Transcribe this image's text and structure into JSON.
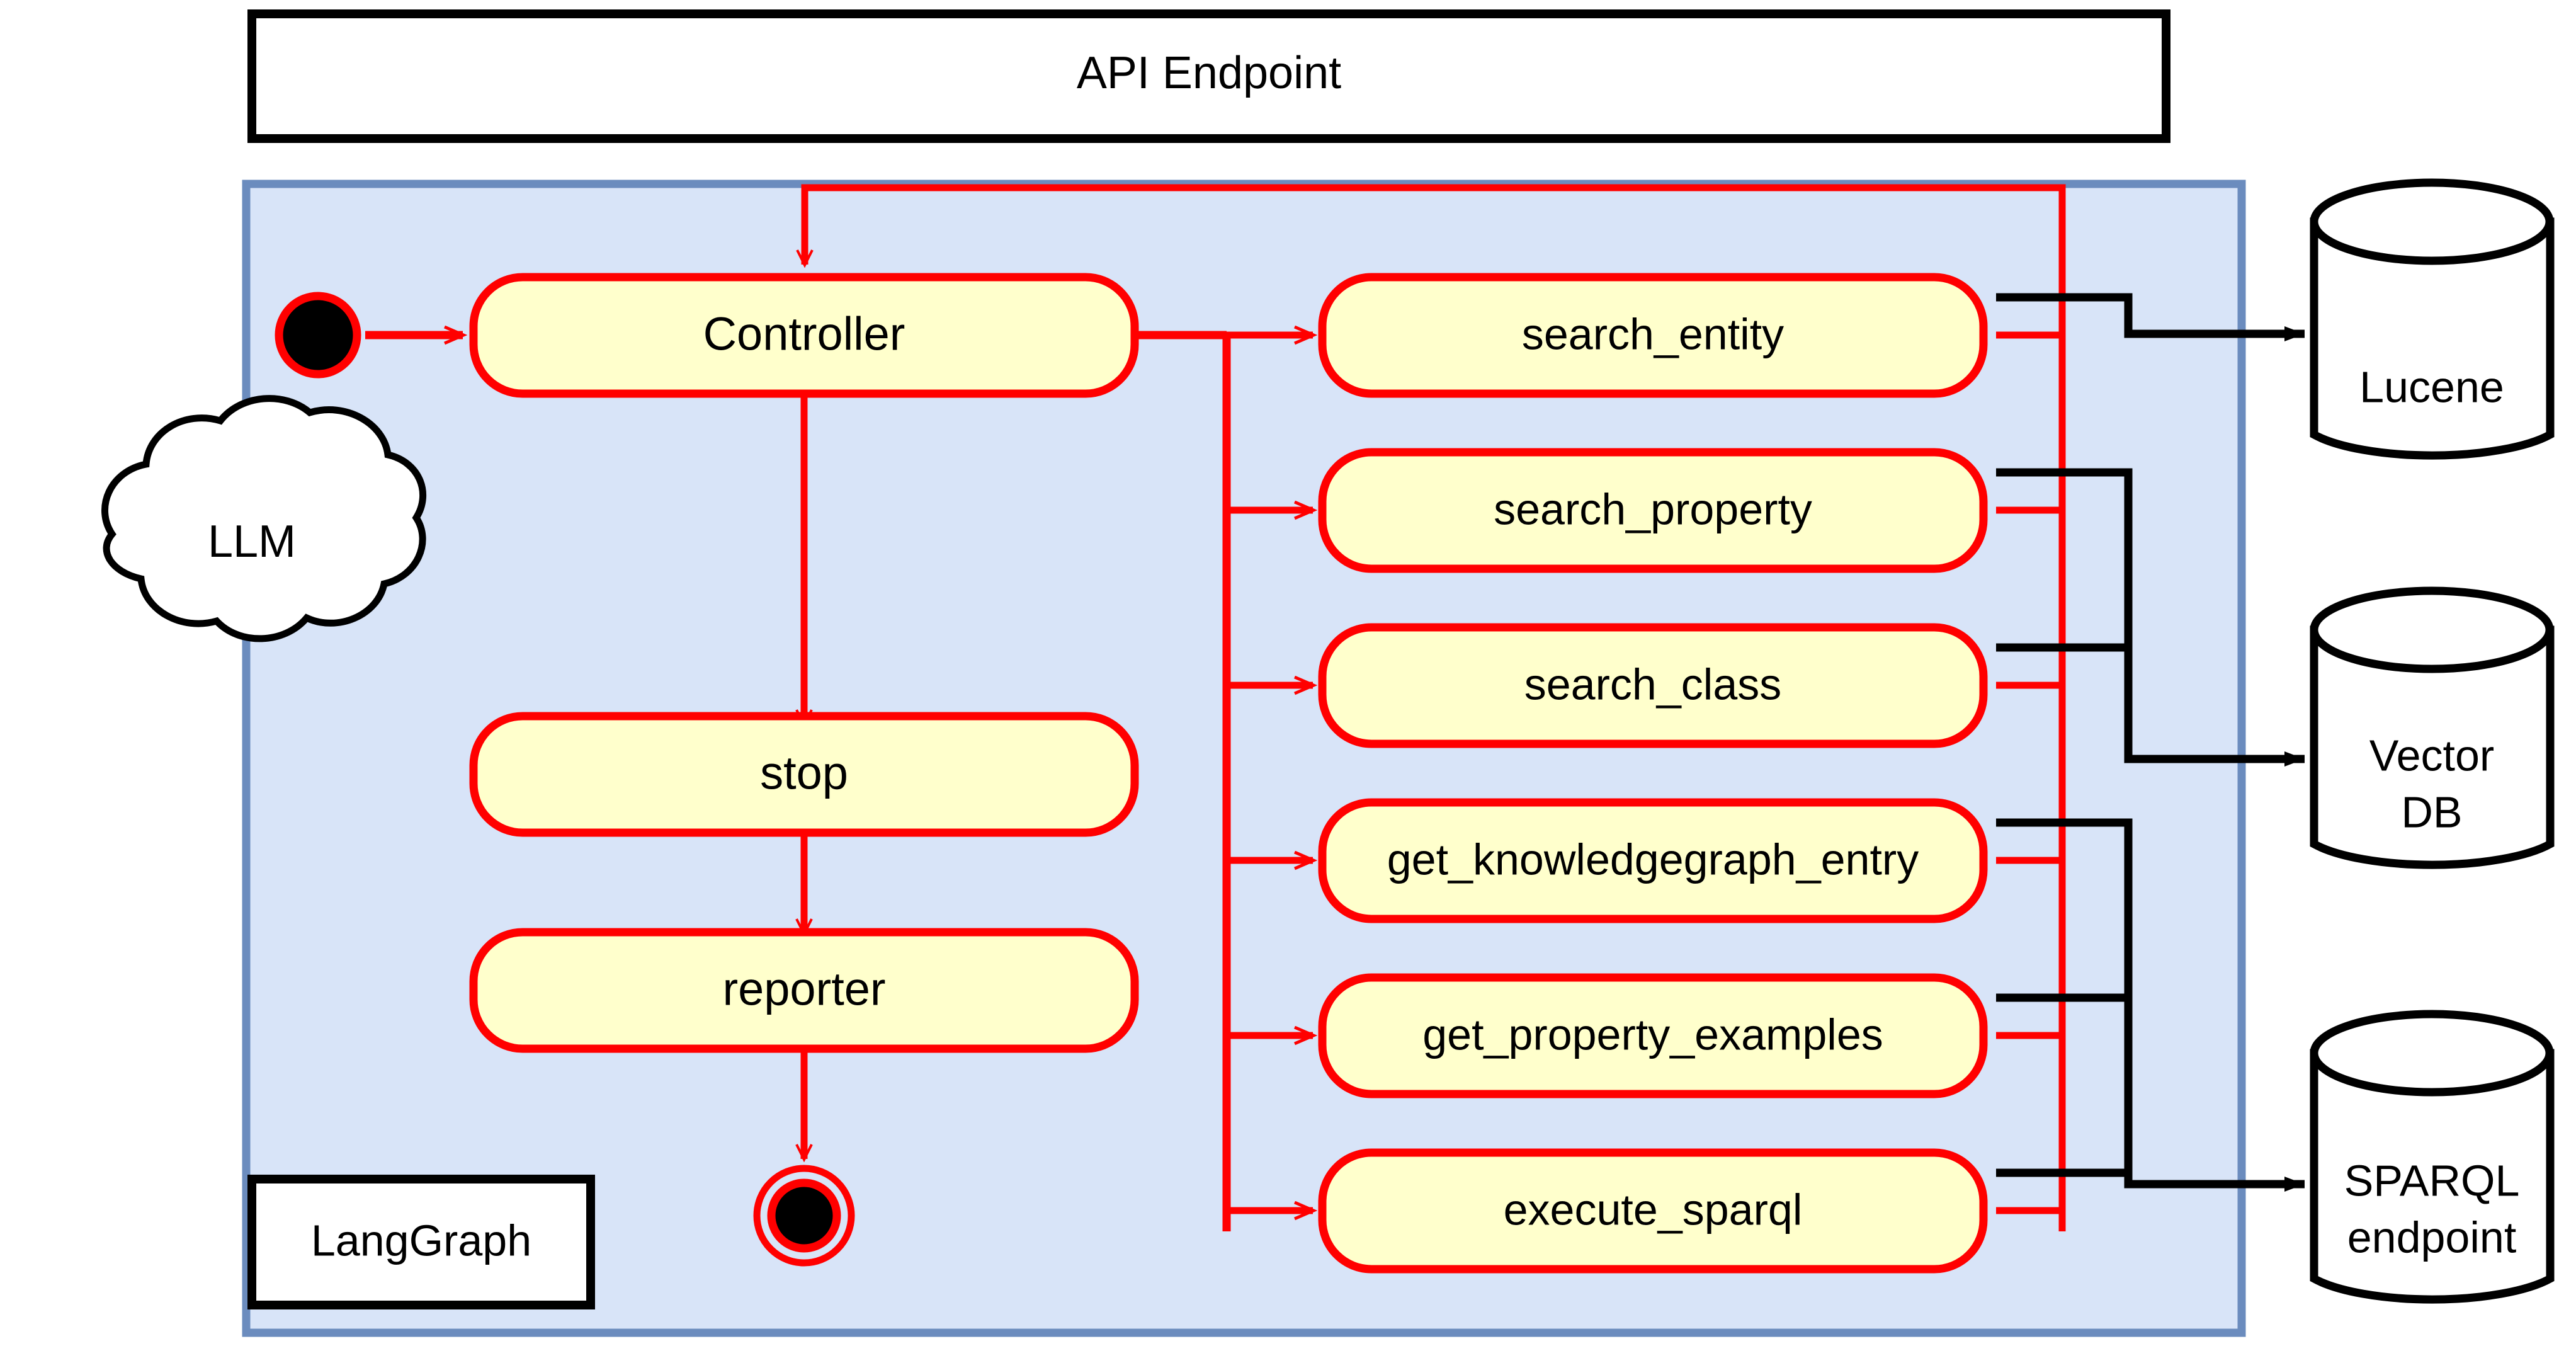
{
  "diagram": {
    "type": "architecture-flow",
    "api_endpoint": {
      "label": "API Endpoint"
    },
    "container": {
      "label": "LangGraph",
      "fill": "#d8e4f8",
      "border": "#6b8cbe"
    },
    "external": {
      "llm": {
        "label": "LLM"
      }
    },
    "colors": {
      "node_fill": "#ffffcc",
      "node_border": "#ff0000",
      "flow_edge": "#ff0000",
      "data_edge": "#000000",
      "canvas": "#ffffff",
      "text": "#000000"
    },
    "agent_nodes": [
      {
        "id": "controller",
        "label": "Controller"
      },
      {
        "id": "stop",
        "label": "stop"
      },
      {
        "id": "reporter",
        "label": "reporter"
      }
    ],
    "tool_nodes": [
      {
        "id": "search_entity",
        "label": "search_entity",
        "target": "Lucene"
      },
      {
        "id": "search_property",
        "label": "search_property",
        "target": "Vector DB"
      },
      {
        "id": "search_class",
        "label": "search_class",
        "target": "Vector DB"
      },
      {
        "id": "get_knowledgegraph_entry",
        "label": "get_knowledgegraph_entry",
        "target": "SPARQL endpoint"
      },
      {
        "id": "get_property_examples",
        "label": "get_property_examples",
        "target": "SPARQL endpoint"
      },
      {
        "id": "execute_sparql",
        "label": "execute_sparql",
        "target": "SPARQL endpoint"
      }
    ],
    "datastores": [
      {
        "id": "lucene",
        "label_lines": [
          "Lucene"
        ]
      },
      {
        "id": "vector_db",
        "label_lines": [
          "Vector",
          "DB"
        ]
      },
      {
        "id": "sparql_endpoint",
        "label_lines": [
          "SPARQL",
          "endpoint"
        ]
      }
    ],
    "start_node": {
      "name": "start-state"
    },
    "end_node": {
      "name": "end-state"
    }
  }
}
